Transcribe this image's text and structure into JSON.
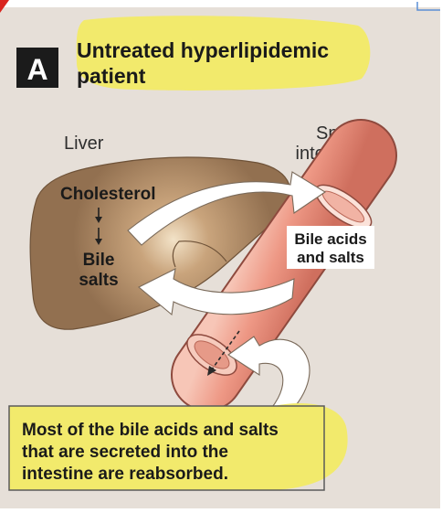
{
  "panel": {
    "letter": "A",
    "title_line1": "Untreated hyperlipidemic",
    "title_line2": "patient"
  },
  "labels": {
    "liver": "Liver",
    "small_intestine_line1": "Small",
    "small_intestine_line2": "intestine",
    "cholesterol": "Cholesterol",
    "bile_salts_line1": "Bile",
    "bile_salts_line2": "salts",
    "bile_acids_line1": "Bile acids",
    "bile_acids_line2": "and salts"
  },
  "caption": {
    "line1": "Most of the bile acids and salts",
    "line2": "that are secreted into the",
    "line3": "intestine are reabsorbed."
  },
  "colors": {
    "panel_bg": "#e6dfd8",
    "highlight": "#f2ea6c",
    "liver": "#927050",
    "intestine": "#ef9c8c",
    "letter_box": "#1b1b1b"
  }
}
